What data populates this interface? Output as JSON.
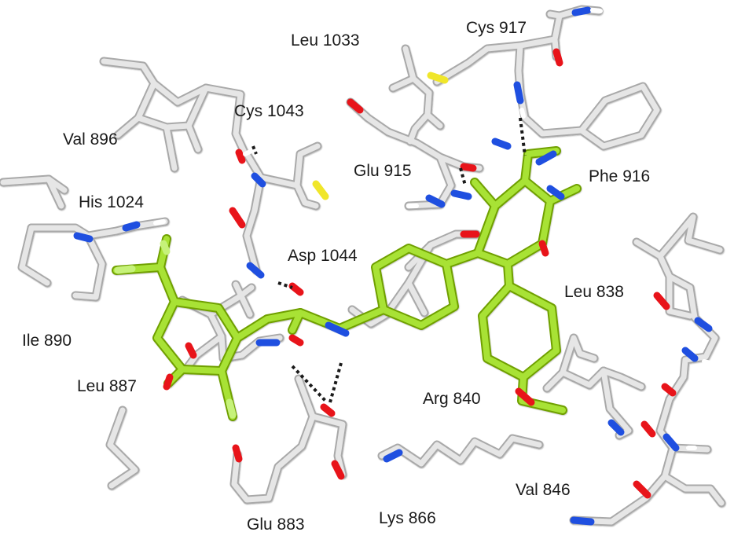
{
  "colors": {
    "carbon_protein": "#dcdcdc",
    "carbon_protein_edge": "#9a9a9a",
    "carbon_ligand": "#a6e22e",
    "carbon_ligand_edge": "#6fa000",
    "oxygen": "#e8141a",
    "nitrogen": "#1f4fe0",
    "sulfur": "#f0e62a",
    "fluorine": "#b8f060",
    "hydrogen": "#ffffff",
    "hbond": "#1a1a1a",
    "text": "#1a1a1a"
  },
  "residues": [
    {
      "id": "cys917",
      "label": "Cys 917"
    },
    {
      "id": "leu1033",
      "label": "Leu 1033"
    },
    {
      "id": "cys1043",
      "label": "Cys 1043"
    },
    {
      "id": "val896",
      "label": "Val 896"
    },
    {
      "id": "glu915",
      "label": "Glu 915"
    },
    {
      "id": "phe916",
      "label": "Phe 916"
    },
    {
      "id": "his1024",
      "label": "His 1024"
    },
    {
      "id": "asp1044",
      "label": "Asp 1044"
    },
    {
      "id": "leu838",
      "label": "Leu 838"
    },
    {
      "id": "ile890",
      "label": "Ile 890"
    },
    {
      "id": "leu887",
      "label": "Leu 887"
    },
    {
      "id": "arg840",
      "label": "Arg 840"
    },
    {
      "id": "val846",
      "label": "Val 846"
    },
    {
      "id": "glu883",
      "label": "Glu 883"
    },
    {
      "id": "lys866",
      "label": "Lys 866"
    }
  ]
}
